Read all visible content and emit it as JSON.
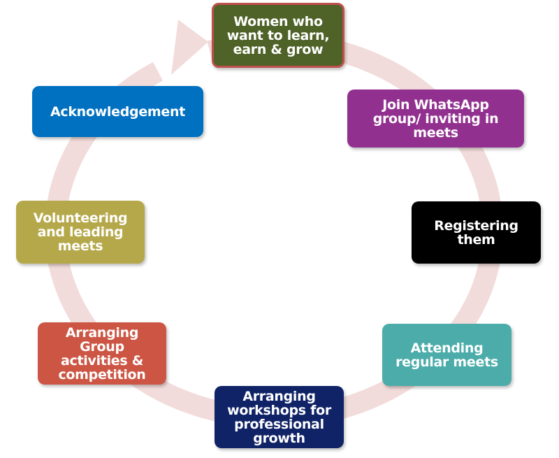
{
  "diagram": {
    "ring_color": "#f2dcdb",
    "steps": [
      {
        "id": "n0",
        "label": "Women who\nwant to learn,\nearn & grow",
        "color": "#4f6228"
      },
      {
        "id": "n1",
        "label": "Join WhatsApp\ngroup/ inviting in\nmeets",
        "color": "#92308f"
      },
      {
        "id": "n2",
        "label": "Registering\nthem",
        "color": "#000000"
      },
      {
        "id": "n3",
        "label": "Attending\nregular meets",
        "color": "#4bacaa"
      },
      {
        "id": "n4",
        "label": "Arranging\nworkshops for\nprofessional\ngrowth",
        "color": "#0f2366"
      },
      {
        "id": "n5",
        "label": "Arranging\nGroup\nactivities &\ncompetition",
        "color": "#cc5544"
      },
      {
        "id": "n6",
        "label": "Volunteering\nand leading\nmeets",
        "color": "#b5a84a"
      },
      {
        "id": "n7",
        "label": "Acknowledgement",
        "color": "#0070c0"
      }
    ]
  }
}
